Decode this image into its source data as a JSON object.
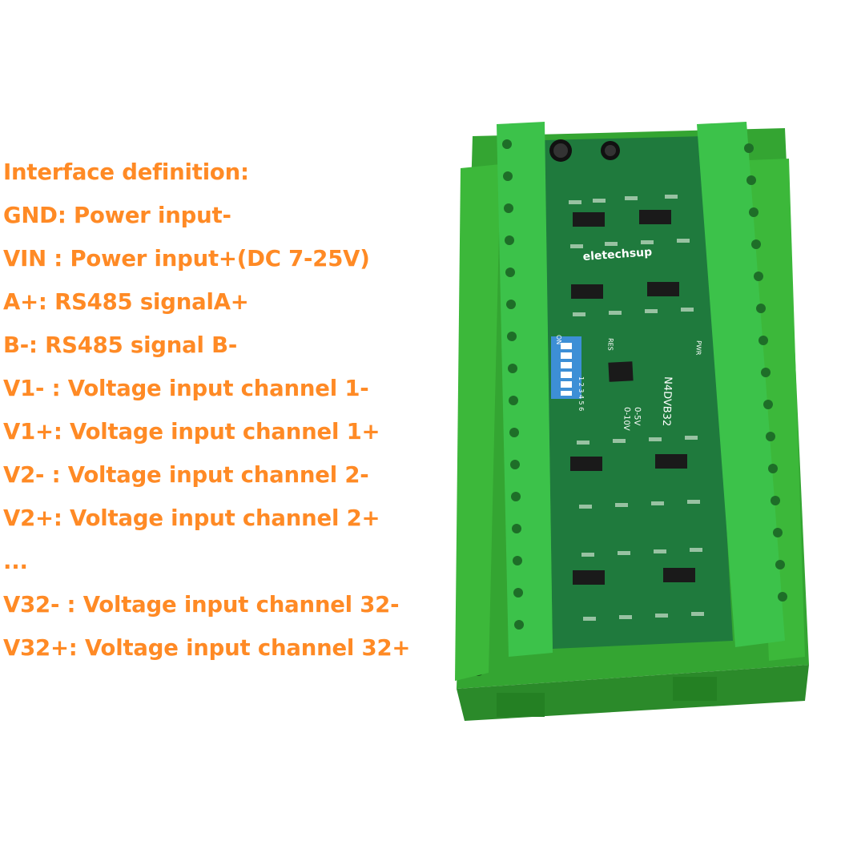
{
  "interface_definition": {
    "lines": [
      "Interface definition:",
      "GND: Power input-",
      "VIN : Power input+(DC 7-25V)",
      "A+: RS485 signalA+",
      "B-: RS485 signal B-",
      "V1- : Voltage input channel 1-",
      "V1+: Voltage input channel 1+",
      "V2- : Voltage input channel 2-",
      "V2+: Voltage input channel 2+",
      "...",
      "V32- : Voltage input channel 32-",
      "V32+: Voltage input channel 32+"
    ],
    "color": "#ff8a25"
  },
  "board": {
    "brand_label": "eletechsup",
    "model_label": "N4DVB32",
    "range_labels": [
      "0-5V",
      "0-10V"
    ],
    "res_label": "RES",
    "pwr_label": "PWR",
    "dip_on_label": "ON",
    "dip_numbers": "1 2 3 4 5 6",
    "colors": {
      "housing": "#3fae3a",
      "housing_dark": "#2e8f2c",
      "pcb": "#1f7a3d",
      "terminal": "#3cc24a",
      "dip": "#3d8fd6"
    }
  }
}
